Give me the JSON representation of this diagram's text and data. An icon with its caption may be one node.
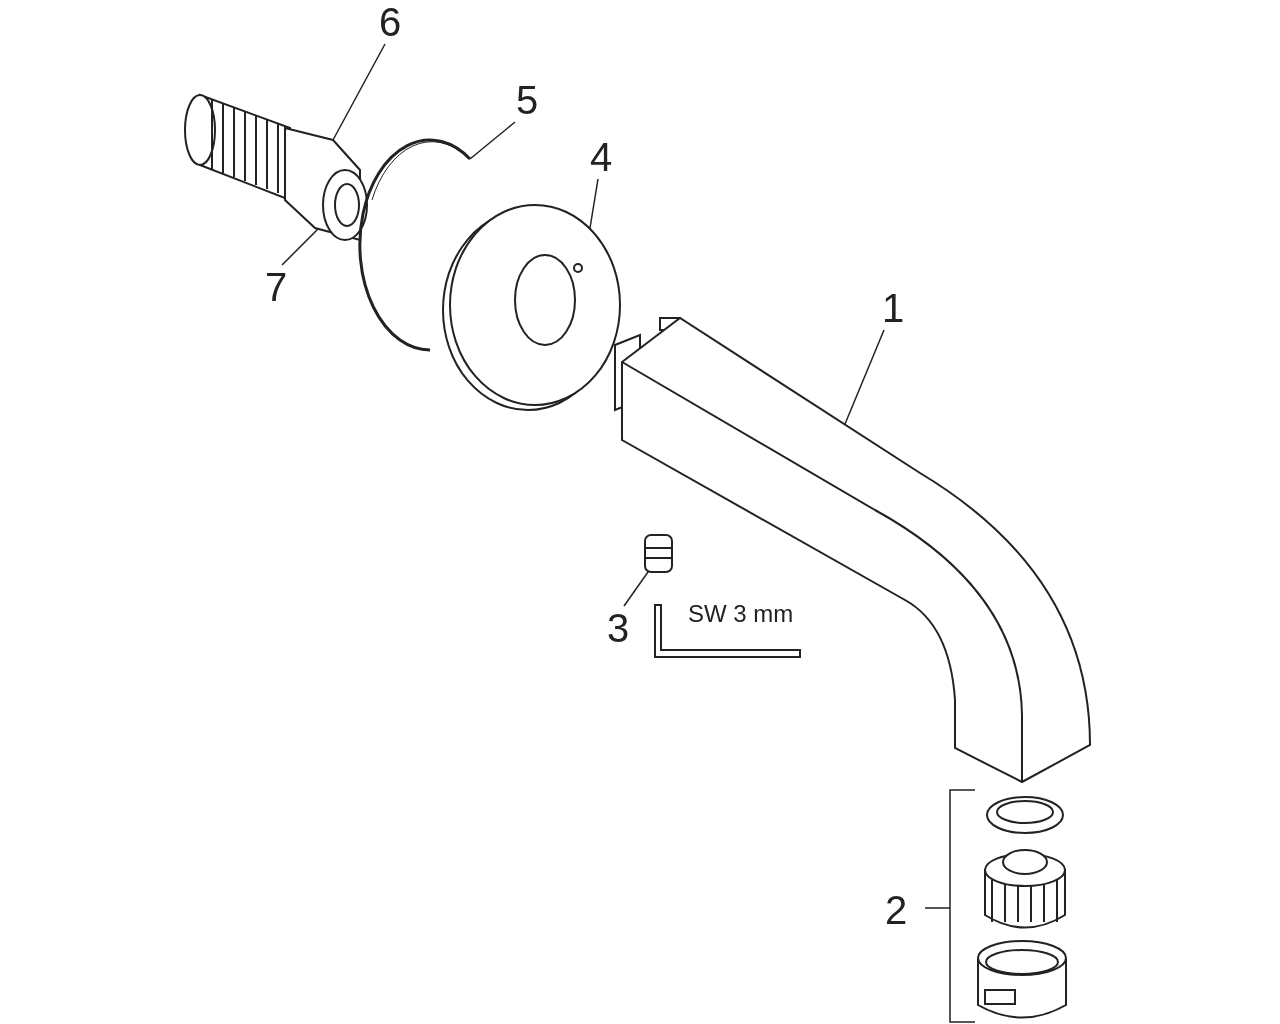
{
  "diagram": {
    "nodes": [
      {
        "text": [
          "6"
        ]
      },
      {
        "text": [
          "5"
        ]
      },
      {
        "text": [
          "4"
        ]
      },
      {
        "text": [
          "7"
        ]
      },
      {
        "text": [
          "1"
        ]
      },
      {
        "text": [
          "3"
        ]
      },
      {
        "text": [],
        "shape": "picture"
      },
      {
        "text": [],
        "shape": "picture"
      },
      {
        "text": [],
        "shape": "picture"
      },
      {
        "text": [],
        "shape": "picture"
      },
      {
        "text": [],
        "shape": "picture"
      }
    ],
    "edges": [
      {
        "from": 0,
        "to": 6,
        "arrow": "none"
      },
      {
        "from": 1,
        "to": 7,
        "arrow": "none"
      },
      {
        "from": 2,
        "to": 8,
        "arrow": "none"
      },
      {
        "from": 3,
        "to": 6,
        "arrow": "none"
      },
      {
        "from": 4,
        "to": 9,
        "arrow": "none"
      },
      {
        "from": 5,
        "to": 10,
        "arrow": "none"
      }
    ],
    "labels": [
      "2",
      "SW 3 mm"
    ]
  }
}
